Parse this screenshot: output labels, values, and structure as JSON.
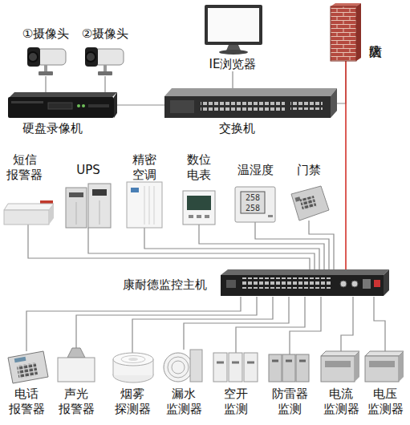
{
  "diagram": {
    "nodes": [
      {
        "text": [
          "①摄像头"
        ]
      },
      {
        "text": [
          "②摄像头"
        ]
      },
      {
        "text": [
          "硬盘录像机"
        ]
      },
      {
        "text": [
          "IE浏览器"
        ]
      },
      {
        "text": [
          "交换机"
        ]
      },
      {
        "text": [
          "防火墙"
        ]
      },
      {
        "text": [
          "短信 报警器"
        ]
      },
      {
        "text": [
          "UPS"
        ]
      },
      {
        "text": [
          "精密 空调"
        ]
      },
      {
        "text": [
          "数位 电表"
        ]
      },
      {
        "text": [
          "温湿度",
          "258",
          "258"
        ]
      },
      {
        "text": [
          "门禁"
        ]
      },
      {
        "text": [
          "康耐德监控主机"
        ]
      },
      {
        "text": [
          "电话 报警器"
        ]
      },
      {
        "text": [
          "声光 报警器"
        ]
      },
      {
        "text": [
          "烟雾 探测器"
        ]
      },
      {
        "text": [
          "漏水 监测器"
        ]
      },
      {
        "text": [
          "空开 监测"
        ]
      },
      {
        "text": [
          "防雷器 监测"
        ]
      },
      {
        "text": [
          "电流 监测器"
        ]
      },
      {
        "text": [
          "电压 监测器"
        ]
      }
    ],
    "edges": [
      {
        "from": 0,
        "to": 2,
        "arrow": "none"
      },
      {
        "from": 1,
        "to": 2,
        "arrow": "none"
      },
      {
        "from": 2,
        "to": 4,
        "arrow": "none"
      },
      {
        "from": 3,
        "to": 4,
        "arrow": "none"
      },
      {
        "from": 4,
        "to": 5,
        "arrow": "none"
      },
      {
        "from": 5,
        "to": 12,
        "arrow": "none"
      },
      {
        "from": 6,
        "to": 12,
        "arrow": "none"
      },
      {
        "from": 7,
        "to": 12,
        "arrow": "none"
      },
      {
        "from": 8,
        "to": 12,
        "arrow": "none"
      },
      {
        "from": 9,
        "to": 12,
        "arrow": "none"
      },
      {
        "from": 10,
        "to": 12,
        "arrow": "none"
      },
      {
        "from": 11,
        "to": 12,
        "arrow": "none"
      },
      {
        "from": 12,
        "to": 13,
        "arrow": "none"
      },
      {
        "from": 12,
        "to": 14,
        "arrow": "none"
      },
      {
        "from": 12,
        "to": 15,
        "arrow": "none"
      },
      {
        "from": 12,
        "to": 16,
        "arrow": "none"
      },
      {
        "from": 12,
        "to": 17,
        "arrow": "none"
      },
      {
        "from": 12,
        "to": 18,
        "arrow": "none"
      },
      {
        "from": 12,
        "to": 19,
        "arrow": "none"
      },
      {
        "from": 12,
        "to": 20,
        "arrow": "none"
      }
    ]
  }
}
